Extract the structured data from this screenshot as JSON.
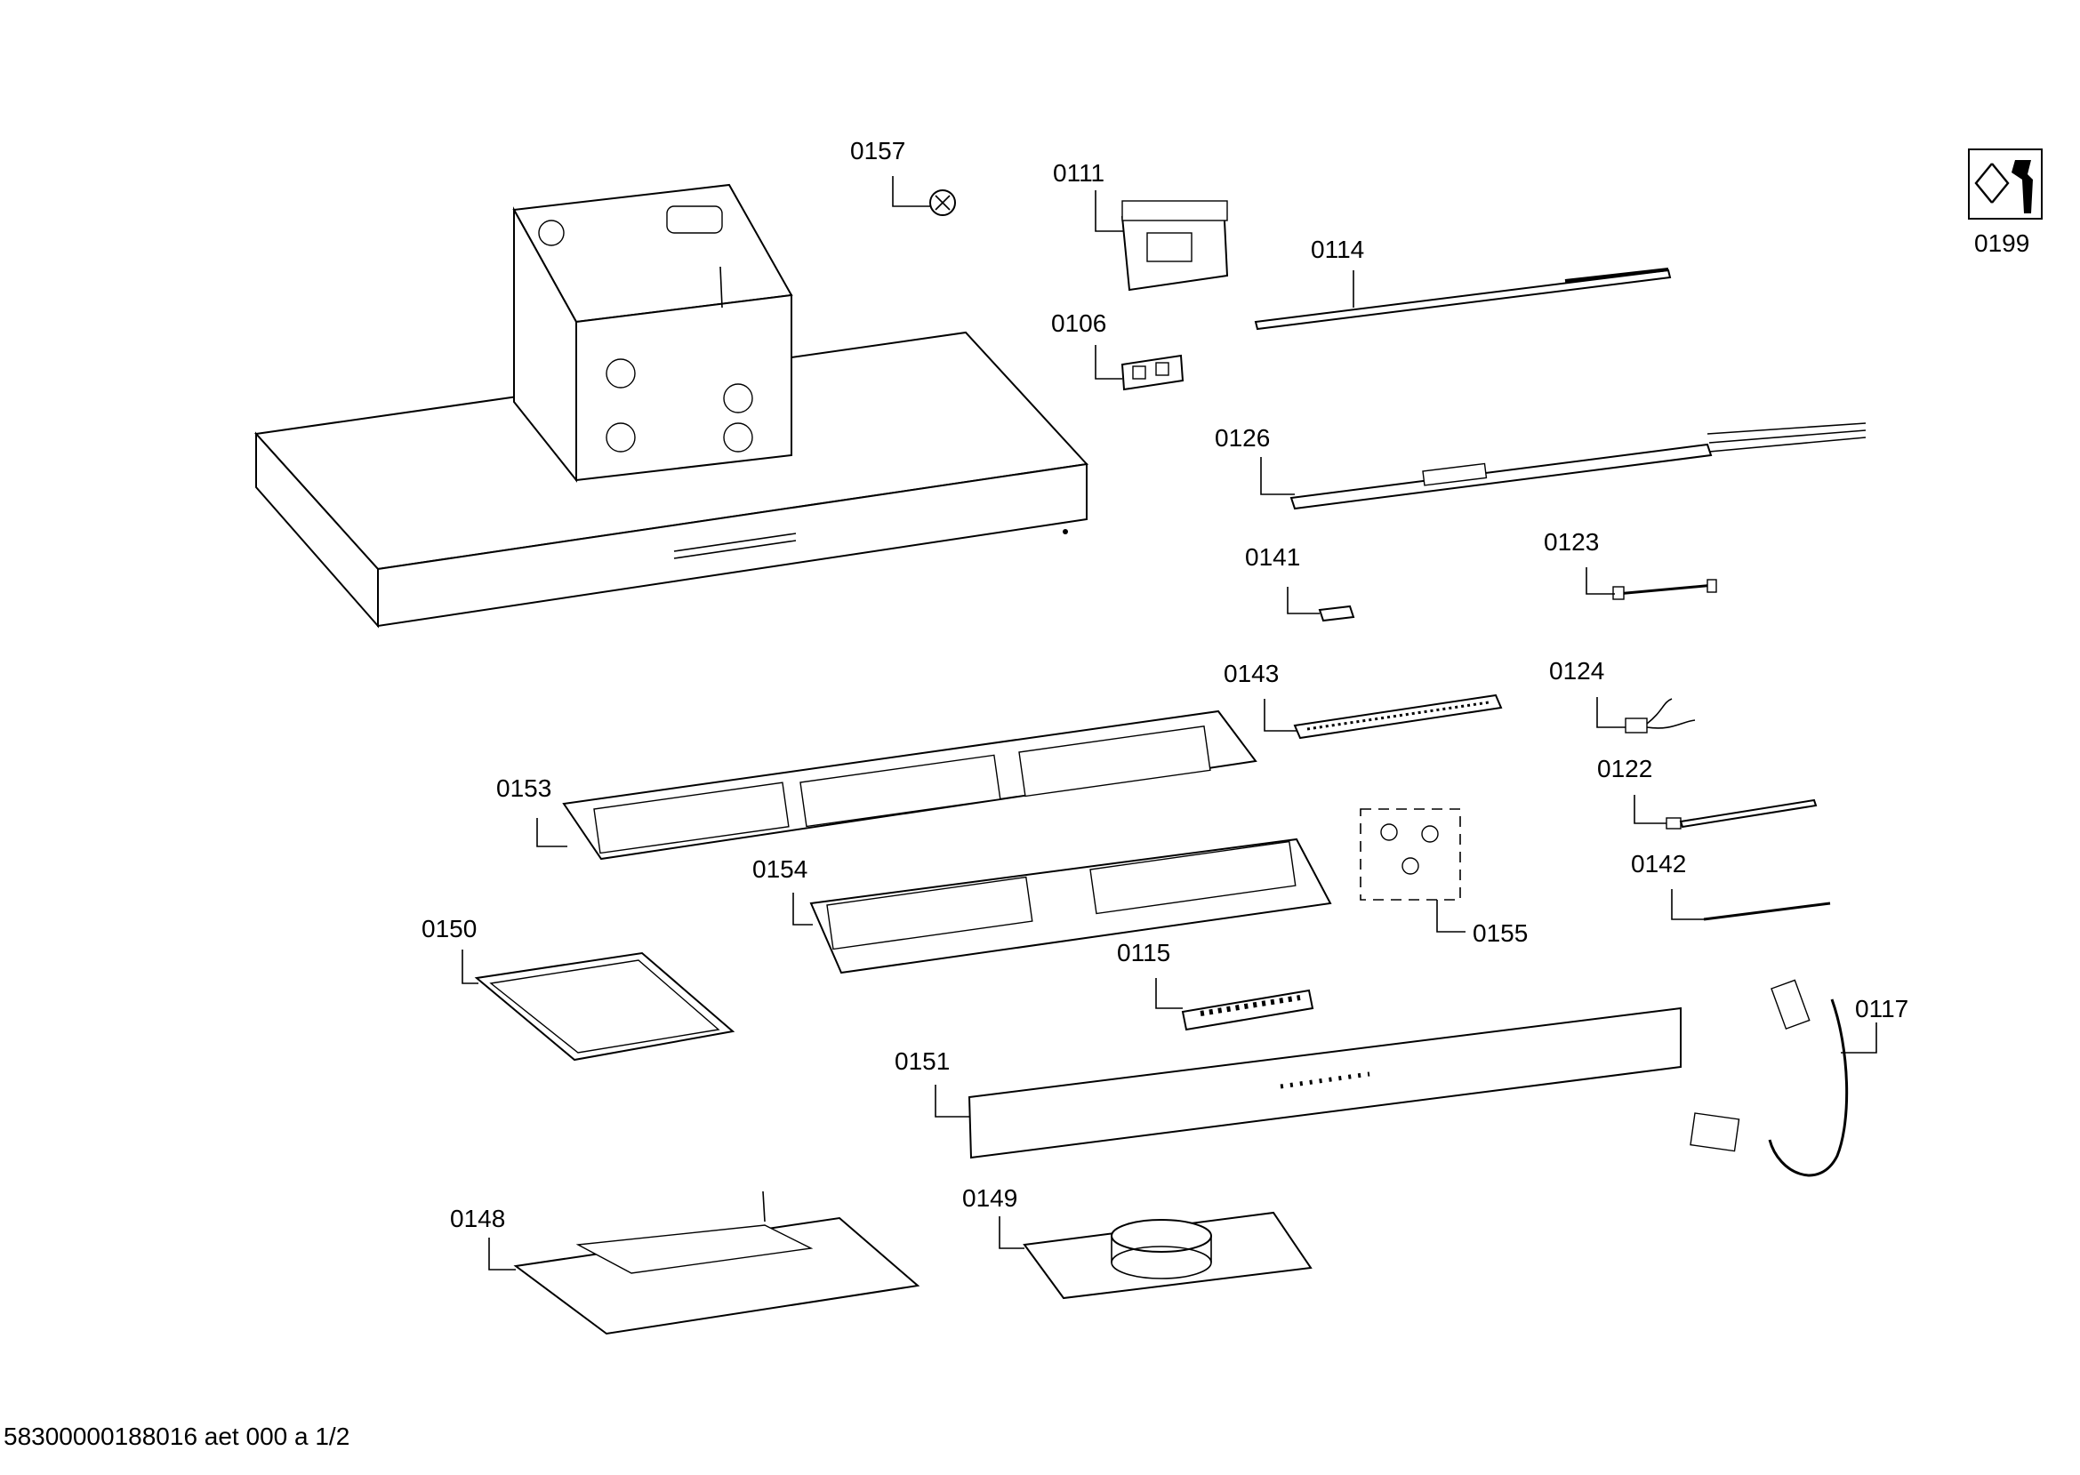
{
  "title": "",
  "document_code": "58300000188016 aet 000 a 1/2",
  "parts": [
    {
      "id": "p0157",
      "label": "0157"
    },
    {
      "id": "p0111",
      "label": "0111"
    },
    {
      "id": "p0114",
      "label": "0114"
    },
    {
      "id": "p0106",
      "label": "0106"
    },
    {
      "id": "p0126",
      "label": "0126"
    },
    {
      "id": "p0141",
      "label": "0141"
    },
    {
      "id": "p0123",
      "label": "0123"
    },
    {
      "id": "p0143",
      "label": "0143"
    },
    {
      "id": "p0124",
      "label": "0124"
    },
    {
      "id": "p0153",
      "label": "0153"
    },
    {
      "id": "p0122",
      "label": "0122"
    },
    {
      "id": "p0154",
      "label": "0154"
    },
    {
      "id": "p0142",
      "label": "0142"
    },
    {
      "id": "p0155",
      "label": "0155"
    },
    {
      "id": "p0150",
      "label": "0150"
    },
    {
      "id": "p0115",
      "label": "0115"
    },
    {
      "id": "p0117",
      "label": "0117"
    },
    {
      "id": "p0151",
      "label": "0151"
    },
    {
      "id": "p0148",
      "label": "0148"
    },
    {
      "id": "p0149",
      "label": "0149"
    },
    {
      "id": "p0199",
      "label": "0199"
    }
  ],
  "icons": {
    "service": "wrench-nut-icon"
  }
}
